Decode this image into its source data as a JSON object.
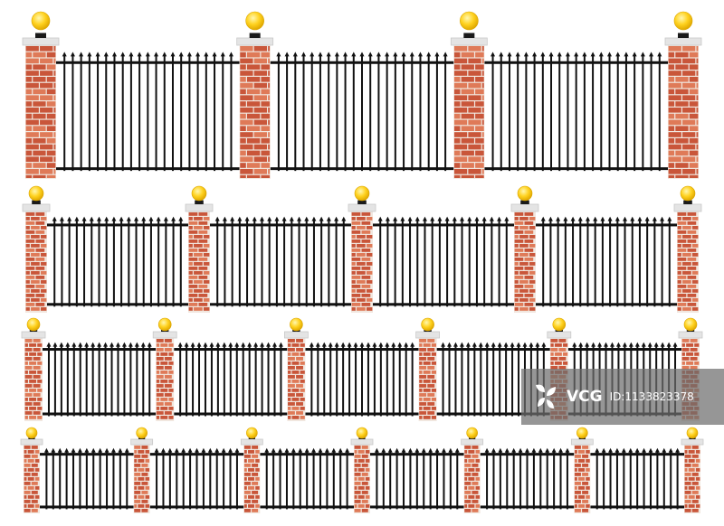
{
  "scene": {
    "subject": "brick-pillar-iron-fence-set",
    "fence_rows": [
      {
        "pillars": 4,
        "panels": 3
      },
      {
        "pillars": 5,
        "panels": 4
      },
      {
        "pillars": 6,
        "panels": 5
      },
      {
        "pillars": 7,
        "panels": 6
      }
    ]
  },
  "colors": {
    "brick": "#c9563a",
    "brick_light": "#df7a58",
    "mortar": "#f1e7df",
    "cap": "#e4e4e4",
    "iron": "#111111",
    "lamp_glow": "#ffd21f",
    "lamp_base": "#1a1a1a",
    "background": "#ffffff"
  },
  "watermark": {
    "brand": "VCG",
    "id_text": "ID:1133823378",
    "icon": "leaf-mark-icon"
  }
}
